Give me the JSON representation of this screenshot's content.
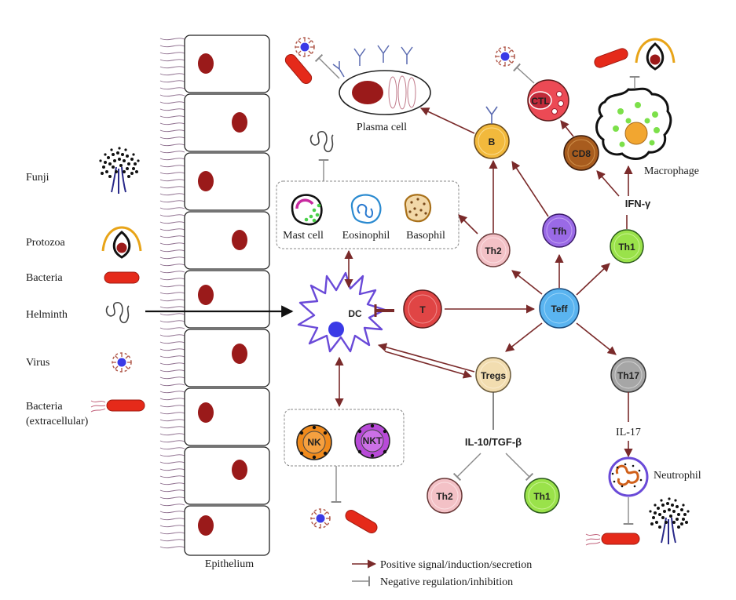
{
  "pathogens": {
    "fungi": "Funji",
    "protozoa": "Protozoa",
    "bacteria": "Bacteria",
    "helminth": "Helminth",
    "virus": "Virus",
    "bacteria_extracellular_1": "Bacteria",
    "bacteria_extracellular_2": "(extracellular)"
  },
  "labels": {
    "epithelium": "Epithelium",
    "plasma_cell": "Plasma cell",
    "macrophage": "Macrophage",
    "neutrophil": "Neutrophil",
    "mast_cell": "Mast cell",
    "eosinophil": "Eosinophil",
    "basophil": "Basophil",
    "dc": "DC"
  },
  "cells": {
    "t": "T",
    "teff": "Teff",
    "tregs": "Tregs",
    "th2": "Th2",
    "tfh": "Tfh",
    "th1": "Th1",
    "th17": "Th17",
    "b": "B",
    "cd8": "CD8",
    "ctl": "CTL",
    "nk": "NK",
    "nkt": "NKT",
    "th2_inhibited": "Th2",
    "th1_inhibited": "Th1"
  },
  "cytokines": {
    "ifn_gamma": "IFN-γ",
    "il10_tgfb": "IL-10/TGF-β",
    "il17": "IL-17"
  },
  "legend": {
    "positive": "Positive signal/induction/secretion",
    "negative": "Negative regulation/inhibition"
  },
  "colors": {
    "positive_arrow": "#7a2a2a",
    "negative_line": "#8a8a8a",
    "dc": "#6a4ad8",
    "t": "#e04545",
    "teff": "#5ab4f0",
    "tregs": "#f2ddb0",
    "th2": "#f3c1c6",
    "tfh": "#9a6ae6",
    "th1": "#9ae24a",
    "th17": "#a6a6a6",
    "b": "#f2b93c",
    "cd8": "#a85c1e",
    "ctl": "#ec4a55",
    "nk": "#f08a1c",
    "nkt": "#b84ad8"
  }
}
